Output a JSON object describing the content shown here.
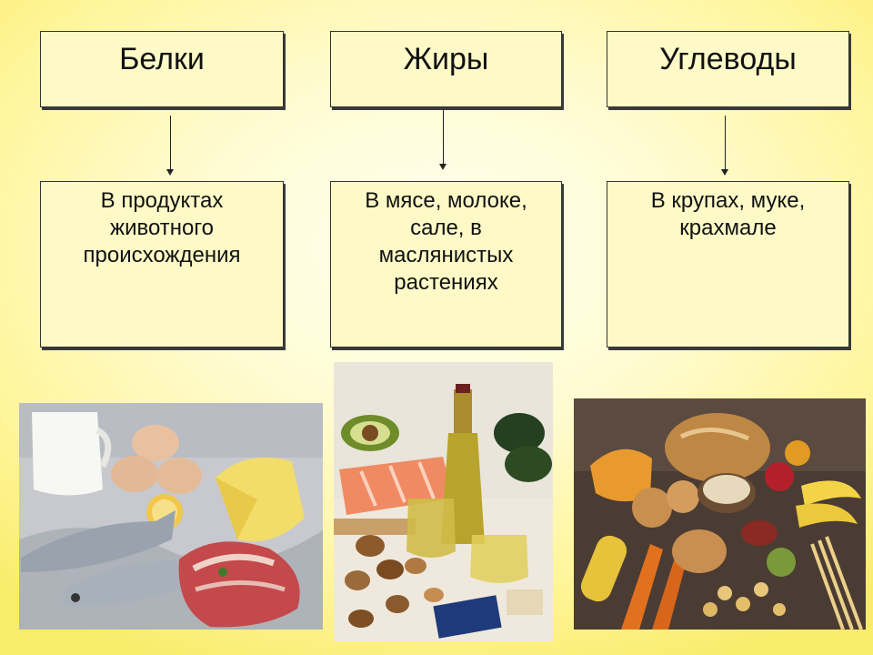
{
  "columns": [
    {
      "title": "Белки",
      "description": "В продуктах животного происхождения",
      "photo_icon": "protein-foods-photo"
    },
    {
      "title": "Жиры",
      "description": "В мясе, молоке, сале, в маслянистых растениях",
      "photo_icon": "fat-foods-photo"
    },
    {
      "title": "Углеводы",
      "description": "В крупах, муке, крахмале",
      "photo_icon": "carbohydrate-foods-photo"
    }
  ],
  "colors": {
    "box_fill": "#fefac8",
    "background": "#fff59a"
  }
}
